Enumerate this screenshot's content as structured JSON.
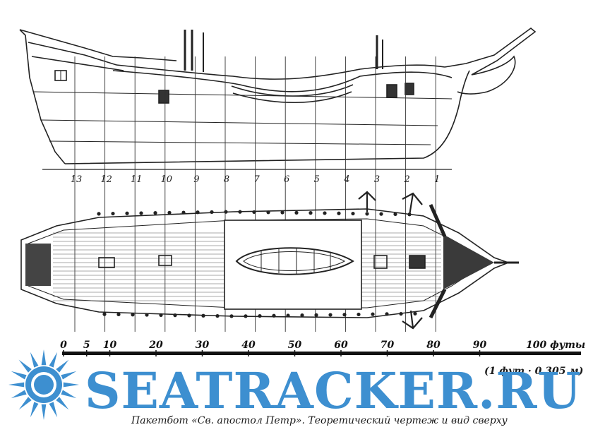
{
  "figure": {
    "station_numbers": [
      "13",
      "12",
      "11",
      "10",
      "9",
      "8",
      "7",
      "6",
      "5",
      "4",
      "3",
      "2",
      "1"
    ],
    "scale": {
      "ticks": [
        "0",
        "5",
        "10",
        "20",
        "30",
        "40",
        "50",
        "60",
        "70",
        "80",
        "90"
      ],
      "end_label": "100 футы",
      "conversion": "(1 фут · 0.305 м)"
    },
    "caption": "Пакетбот «Св. апостол Петр». Теоретический чертеж и вид сверху"
  },
  "watermark": {
    "text": "SEATRACKER.RU",
    "color": "#3d8fd0"
  }
}
